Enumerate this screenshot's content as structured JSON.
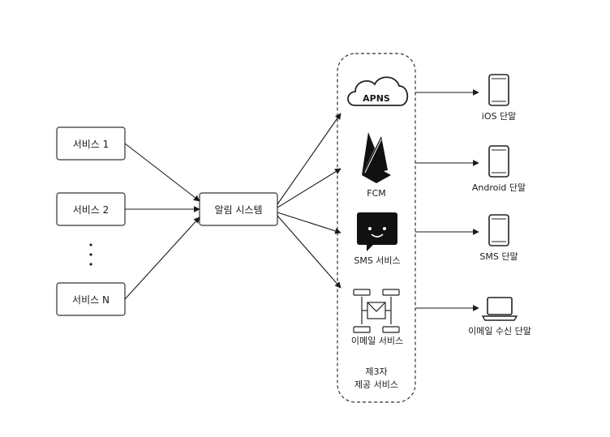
{
  "services": [
    {
      "label": "서비스 1"
    },
    {
      "label": "서비스 2"
    },
    {
      "label": "서비스 N"
    }
  ],
  "notification_system": {
    "label": "알림 시스템"
  },
  "third_party": {
    "caption_line1": "제3자",
    "caption_line2": "제공 서비스",
    "apns": {
      "label": "APNS",
      "icon": "cloud-icon"
    },
    "fcm": {
      "label": "FCM",
      "icon": "firebase-icon"
    },
    "sms": {
      "label": "SMS 서비스",
      "icon": "chat-bubble-icon"
    },
    "email": {
      "label": "이메일 서비스",
      "icon": "email-server-icon"
    }
  },
  "devices": [
    {
      "label": "iOS 단말",
      "icon": "phone-icon"
    },
    {
      "label": "Android 단말",
      "icon": "phone-icon"
    },
    {
      "label": "SMS 단말",
      "icon": "phone-icon"
    },
    {
      "label": "이메일 수신 단말",
      "icon": "laptop-icon"
    }
  ]
}
